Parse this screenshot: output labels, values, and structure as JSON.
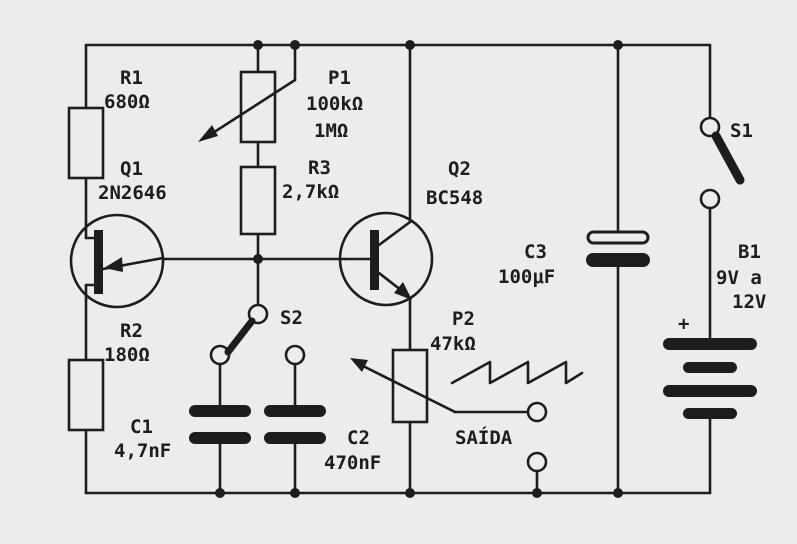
{
  "components": {
    "r1": {
      "ref": "R1",
      "value": "680Ω"
    },
    "p1": {
      "ref": "P1",
      "value_a": "100kΩ",
      "value_b": "1MΩ"
    },
    "r3": {
      "ref": "R3",
      "value": "2,7kΩ"
    },
    "q1": {
      "ref": "Q1",
      "value": "2N2646"
    },
    "q2": {
      "ref": "Q2",
      "value": "BC548"
    },
    "r2": {
      "ref": "R2",
      "value": "180Ω"
    },
    "s2": {
      "ref": "S2"
    },
    "c1": {
      "ref": "C1",
      "value": "4,7nF"
    },
    "c2": {
      "ref": "C2",
      "value": "470nF"
    },
    "p2": {
      "ref": "P2",
      "value": "47kΩ"
    },
    "c3": {
      "ref": "C3",
      "value": "100μF"
    },
    "s1": {
      "ref": "S1"
    },
    "b1": {
      "ref": "B1",
      "value_a": "9V a",
      "value_b": "12V",
      "polarity": "+"
    }
  },
  "output_label": "SAÍDA"
}
